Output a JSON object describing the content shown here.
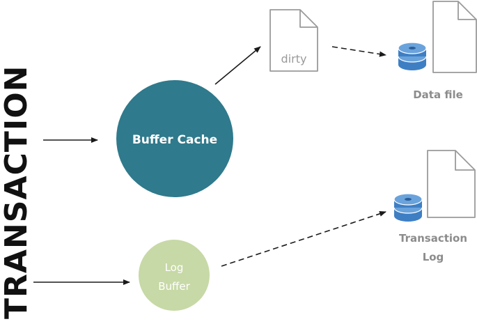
{
  "title": "TRANSACTION",
  "nodes": {
    "buffer_cache": {
      "label": "Buffer Cache"
    },
    "log_buffer": {
      "label_line1": "Log",
      "label_line2": "Buffer"
    },
    "dirty_page": {
      "label": "dirty"
    },
    "data_file": {
      "label": "Data file"
    },
    "transaction_log": {
      "label_line1": "Transaction",
      "label_line2": "Log"
    }
  },
  "colors": {
    "buffer_cache_fill": "#2f7a8c",
    "log_buffer_fill": "#c7d9a6",
    "log_buffer_text": "#ffffff",
    "disk_blue": "#3e7fc4",
    "disk_light": "#6aa3dc",
    "doc_outline": "#9a9a9a",
    "label_gray": "#8c8c8c",
    "arrow": "#1a1a1a"
  },
  "icons": {
    "dirty_page": "document-icon",
    "data_file_doc": "document-icon",
    "data_file_disk": "database-disk-icon",
    "log_doc": "document-icon",
    "log_disk": "database-disk-icon"
  }
}
